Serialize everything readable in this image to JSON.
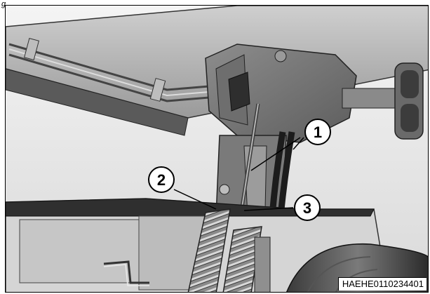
{
  "figure": {
    "caption": "g",
    "image_code": "HAEHE0110234401"
  },
  "callouts": [
    {
      "label": "1"
    },
    {
      "label": "2"
    },
    {
      "label": "3"
    }
  ]
}
